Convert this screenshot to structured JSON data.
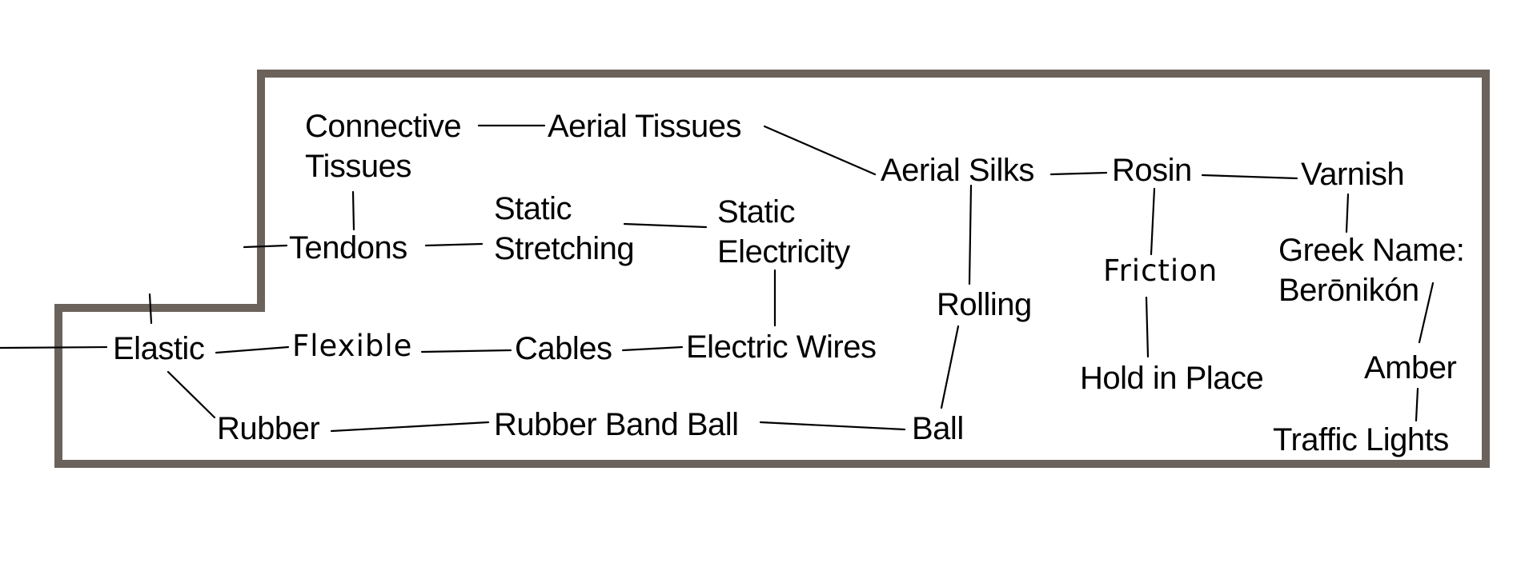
{
  "colors": {
    "frame": "#6b625c",
    "line": "#000000",
    "text": "#000000",
    "background": "#ffffff"
  },
  "nodes": {
    "connective_tissues": "Connective\nTissues",
    "aerial_tissues": "Aerial Tissues",
    "aerial_silks": "Aerial Silks",
    "rosin": "Rosin",
    "varnish": "Varnish",
    "tendons": "Tendons",
    "static_stretching": "Static\nStretching",
    "static_electricity": "Static\nElectricity",
    "greek_name": "Greek Name:\nBerōnikón",
    "friction": "Friction",
    "rolling": "Rolling",
    "elastic": "Elastic",
    "flexible": "Flexible",
    "cables": "Cables",
    "electric_wires": "Electric Wires",
    "hold_in_place": "Hold in Place",
    "amber": "Amber",
    "rubber": "Rubber",
    "rubber_band_ball": "Rubber Band Ball",
    "ball": "Ball",
    "traffic_lights": "Traffic Lights"
  },
  "edges": [
    [
      "connective_tissues",
      "aerial_tissues"
    ],
    [
      "aerial_tissues",
      "aerial_silks"
    ],
    [
      "aerial_silks",
      "rosin"
    ],
    [
      "rosin",
      "varnish"
    ],
    [
      "connective_tissues",
      "tendons"
    ],
    [
      "tendons",
      "static_stretching"
    ],
    [
      "static_stretching",
      "static_electricity"
    ],
    [
      "static_electricity",
      "electric_wires"
    ],
    [
      "aerial_silks",
      "rolling"
    ],
    [
      "rolling",
      "ball"
    ],
    [
      "rosin",
      "friction"
    ],
    [
      "friction",
      "hold_in_place"
    ],
    [
      "varnish",
      "greek_name"
    ],
    [
      "greek_name",
      "amber"
    ],
    [
      "amber",
      "traffic_lights"
    ],
    [
      "elastic",
      "flexible"
    ],
    [
      "flexible",
      "cables"
    ],
    [
      "cables",
      "electric_wires"
    ],
    [
      "elastic",
      "rubber"
    ],
    [
      "rubber",
      "rubber_band_ball"
    ],
    [
      "rubber_band_ball",
      "ball"
    ]
  ]
}
